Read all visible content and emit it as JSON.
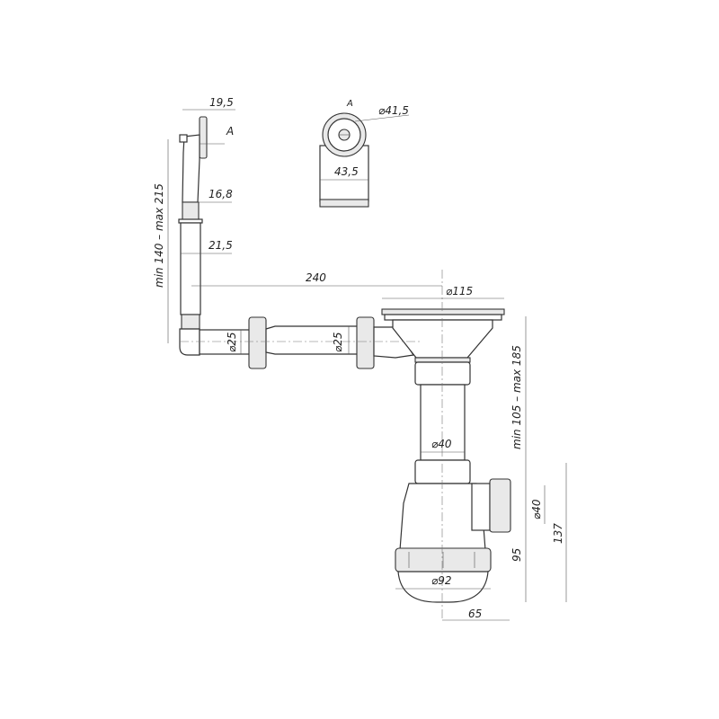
{
  "drawing": {
    "labels": {
      "overflow_width": "19,5",
      "section_mark": "A",
      "thread_diameter": "16,8",
      "tube_diameter": "21,5",
      "overflow_height": "min 140 – max 215",
      "horizontal_length": "240",
      "pipe_d1": "⌀25",
      "pipe_d2": "⌀25",
      "view_title": "A",
      "head_diameter": "⌀41,5",
      "head_width": "43,5",
      "strainer_diameter": "⌀115",
      "trap_height": "min 105 – max 185",
      "tube_d40": "⌀40",
      "outlet_d40": "⌀40",
      "total_137": "137",
      "outlet_95": "95",
      "cup_diameter": "⌀92",
      "offset_65": "65"
    },
    "colors": {
      "line": "#333333",
      "fill": "#e9e9e9",
      "background": "#ffffff"
    }
  }
}
